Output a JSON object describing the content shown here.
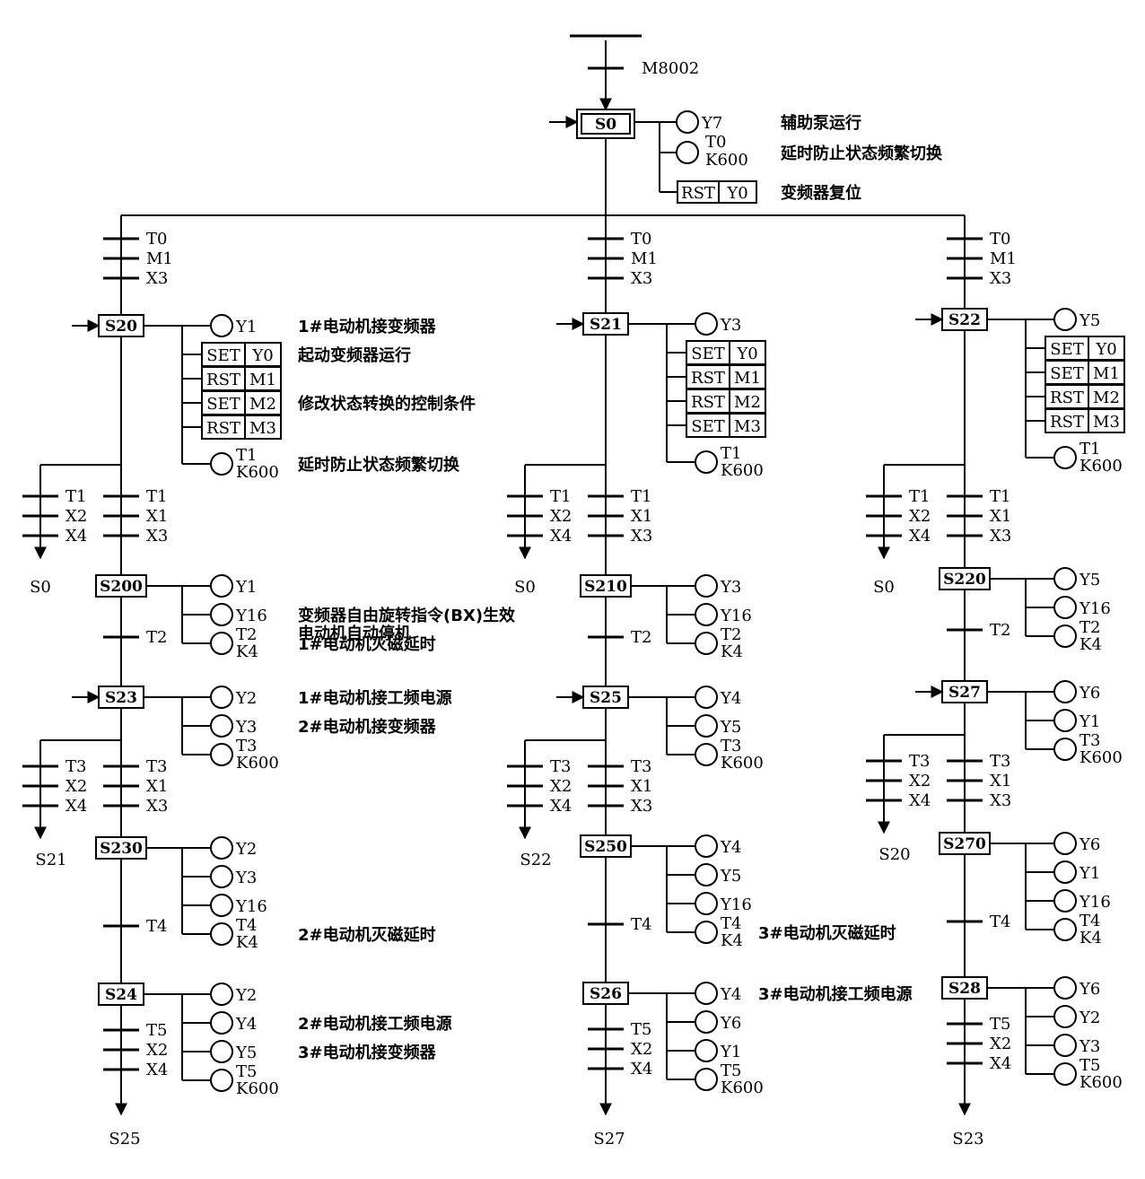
{
  "init": {
    "label": "M8002"
  },
  "s0": {
    "name": "S0",
    "outputs": [
      {
        "type": "coil",
        "lines": [
          "Y7"
        ],
        "note": "辅助泵运行"
      },
      {
        "type": "coil",
        "lines": [
          "T0",
          "K600"
        ],
        "note": "延时防止状态频繁切换"
      },
      {
        "type": "cmd",
        "op": "RST",
        "dev": "Y0",
        "note": "变频器复位"
      }
    ]
  },
  "branches": [
    {
      "entry": [
        "T0",
        "M1",
        "X3"
      ],
      "steps": [
        {
          "name": "S20",
          "outputs": [
            {
              "type": "coil",
              "lines": [
                "Y1"
              ],
              "note": "1#电动机接变频器"
            },
            {
              "type": "cmd",
              "op": "SET",
              "dev": "Y0",
              "note": "起动变频器运行"
            },
            {
              "type": "cmd",
              "op": "RST",
              "dev": "M1",
              "note": ""
            },
            {
              "type": "cmd",
              "op": "SET",
              "dev": "M2",
              "note": "修改状态转换的控制条件"
            },
            {
              "type": "cmd",
              "op": "RST",
              "dev": "M3",
              "note": ""
            },
            {
              "type": "coil",
              "lines": [
                "T1",
                "K600"
              ],
              "note": "延时防止状态频繁切换"
            }
          ]
        },
        {
          "name": "S200",
          "outputs": [
            {
              "type": "coil",
              "lines": [
                "Y1"
              ],
              "note": ""
            },
            {
              "type": "coil",
              "lines": [
                "Y16"
              ],
              "note": "变频器自由旋转指令(BX)生效\n电动机自动停机"
            },
            {
              "type": "coil",
              "lines": [
                "T2",
                "K4"
              ],
              "note": "1#电动机灭磁延时"
            }
          ]
        },
        {
          "name": "S23",
          "outputs": [
            {
              "type": "coil",
              "lines": [
                "Y2"
              ],
              "note": "1#电动机接工频电源"
            },
            {
              "type": "coil",
              "lines": [
                "Y3"
              ],
              "note": "2#电动机接变频器"
            },
            {
              "type": "coil",
              "lines": [
                "T3",
                "K600"
              ],
              "note": ""
            }
          ]
        },
        {
          "name": "S230",
          "outputs": [
            {
              "type": "coil",
              "lines": [
                "Y2"
              ],
              "note": ""
            },
            {
              "type": "coil",
              "lines": [
                "Y3"
              ],
              "note": ""
            },
            {
              "type": "coil",
              "lines": [
                "Y16"
              ],
              "note": ""
            },
            {
              "type": "coil",
              "lines": [
                "T4",
                "K4"
              ],
              "note": "2#电动机灭磁延时"
            }
          ]
        },
        {
          "name": "S24",
          "outputs": [
            {
              "type": "coil",
              "lines": [
                "Y2"
              ],
              "note": ""
            },
            {
              "type": "coil",
              "lines": [
                "Y4"
              ],
              "note": "2#电动机接工频电源"
            },
            {
              "type": "coil",
              "lines": [
                "Y5"
              ],
              "note": "3#电动机接变频器"
            },
            {
              "type": "coil",
              "lines": [
                "T5",
                "K600"
              ],
              "note": ""
            }
          ]
        }
      ],
      "trans_after_step1": {
        "main": [
          "T1",
          "X1",
          "X3"
        ],
        "side": [
          "T1",
          "X2",
          "X4"
        ],
        "side_target": "S0"
      },
      "trans_after_step2": {
        "main": [
          "T2"
        ]
      },
      "trans_after_step3": {
        "main": [
          "T3",
          "X1",
          "X3"
        ],
        "side": [
          "T3",
          "X2",
          "X4"
        ],
        "side_target": "S21"
      },
      "trans_after_step4": {
        "main": [
          "T4"
        ]
      },
      "trans_after_step5": {
        "main": [
          "T5",
          "X2",
          "X4"
        ],
        "target": "S25"
      }
    },
    {
      "entry": [
        "T0",
        "M1",
        "X3"
      ],
      "steps": [
        {
          "name": "S21",
          "outputs": [
            {
              "type": "coil",
              "lines": [
                "Y3"
              ],
              "note": ""
            },
            {
              "type": "cmd",
              "op": "SET",
              "dev": "Y0",
              "note": ""
            },
            {
              "type": "cmd",
              "op": "RST",
              "dev": "M1",
              "note": ""
            },
            {
              "type": "cmd",
              "op": "RST",
              "dev": "M2",
              "note": ""
            },
            {
              "type": "cmd",
              "op": "SET",
              "dev": "M3",
              "note": ""
            },
            {
              "type": "coil",
              "lines": [
                "T1",
                "K600"
              ],
              "note": ""
            }
          ]
        },
        {
          "name": "S210",
          "outputs": [
            {
              "type": "coil",
              "lines": [
                "Y3"
              ],
              "note": ""
            },
            {
              "type": "coil",
              "lines": [
                "Y16"
              ],
              "note": ""
            },
            {
              "type": "coil",
              "lines": [
                "T2",
                "K4"
              ],
              "note": ""
            }
          ]
        },
        {
          "name": "S25",
          "outputs": [
            {
              "type": "coil",
              "lines": [
                "Y4"
              ],
              "note": ""
            },
            {
              "type": "coil",
              "lines": [
                "Y5"
              ],
              "note": ""
            },
            {
              "type": "coil",
              "lines": [
                "T3",
                "K600"
              ],
              "note": ""
            }
          ]
        },
        {
          "name": "S250",
          "outputs": [
            {
              "type": "coil",
              "lines": [
                "Y4"
              ],
              "note": ""
            },
            {
              "type": "coil",
              "lines": [
                "Y5"
              ],
              "note": ""
            },
            {
              "type": "coil",
              "lines": [
                "Y16"
              ],
              "note": ""
            },
            {
              "type": "coil",
              "lines": [
                "T4",
                "K4"
              ],
              "note": "3#电动机灭磁延时"
            }
          ]
        },
        {
          "name": "S26",
          "outputs": [
            {
              "type": "coil",
              "lines": [
                "Y4"
              ],
              "note": "3#电动机接工频电源"
            },
            {
              "type": "coil",
              "lines": [
                "Y6"
              ],
              "note": ""
            },
            {
              "type": "coil",
              "lines": [
                "Y1"
              ],
              "note": ""
            },
            {
              "type": "coil",
              "lines": [
                "T5",
                "K600"
              ],
              "note": ""
            }
          ]
        }
      ],
      "trans_after_step1": {
        "main": [
          "T1",
          "X1",
          "X3"
        ],
        "side": [
          "T1",
          "X2",
          "X4"
        ],
        "side_target": "S0"
      },
      "trans_after_step2": {
        "main": [
          "T2"
        ]
      },
      "trans_after_step3": {
        "main": [
          "T3",
          "X1",
          "X3"
        ],
        "side": [
          "T3",
          "X2",
          "X4"
        ],
        "side_target": "S22"
      },
      "trans_after_step4": {
        "main": [
          "T4"
        ]
      },
      "trans_after_step5": {
        "main": [
          "T5",
          "X2",
          "X4"
        ],
        "target": "S27"
      }
    },
    {
      "entry": [
        "T0",
        "M1",
        "X3"
      ],
      "steps": [
        {
          "name": "S22",
          "outputs": [
            {
              "type": "coil",
              "lines": [
                "Y5"
              ],
              "note": ""
            },
            {
              "type": "cmd",
              "op": "SET",
              "dev": "Y0",
              "note": ""
            },
            {
              "type": "cmd",
              "op": "SET",
              "dev": "M1",
              "note": ""
            },
            {
              "type": "cmd",
              "op": "RST",
              "dev": "M2",
              "note": ""
            },
            {
              "type": "cmd",
              "op": "RST",
              "dev": "M3",
              "note": ""
            },
            {
              "type": "coil",
              "lines": [
                "T1",
                "K600"
              ],
              "note": ""
            }
          ]
        },
        {
          "name": "S220",
          "outputs": [
            {
              "type": "coil",
              "lines": [
                "Y5"
              ],
              "note": ""
            },
            {
              "type": "coil",
              "lines": [
                "Y16"
              ],
              "note": ""
            },
            {
              "type": "coil",
              "lines": [
                "T2",
                "K4"
              ],
              "note": ""
            }
          ]
        },
        {
          "name": "S27",
          "outputs": [
            {
              "type": "coil",
              "lines": [
                "Y6"
              ],
              "note": ""
            },
            {
              "type": "coil",
              "lines": [
                "Y1"
              ],
              "note": ""
            },
            {
              "type": "coil",
              "lines": [
                "T3",
                "K600"
              ],
              "note": ""
            }
          ]
        },
        {
          "name": "S270",
          "outputs": [
            {
              "type": "coil",
              "lines": [
                "Y6"
              ],
              "note": ""
            },
            {
              "type": "coil",
              "lines": [
                "Y1"
              ],
              "note": ""
            },
            {
              "type": "coil",
              "lines": [
                "Y16"
              ],
              "note": ""
            },
            {
              "type": "coil",
              "lines": [
                "T4",
                "K4"
              ],
              "note": ""
            }
          ]
        },
        {
          "name": "S28",
          "outputs": [
            {
              "type": "coil",
              "lines": [
                "Y6"
              ],
              "note": ""
            },
            {
              "type": "coil",
              "lines": [
                "Y2"
              ],
              "note": ""
            },
            {
              "type": "coil",
              "lines": [
                "Y3"
              ],
              "note": ""
            },
            {
              "type": "coil",
              "lines": [
                "T5",
                "K600"
              ],
              "note": ""
            }
          ]
        }
      ],
      "trans_after_step1": {
        "main": [
          "T1",
          "X1",
          "X3"
        ],
        "side": [
          "T1",
          "X2",
          "X4"
        ],
        "side_target": "S0"
      },
      "trans_after_step2": {
        "main": [
          "T2"
        ]
      },
      "trans_after_step3": {
        "main": [
          "T3",
          "X1",
          "X3"
        ],
        "side": [
          "T3",
          "X2",
          "X4"
        ],
        "side_target": "S20"
      },
      "trans_after_step4": {
        "main": [
          "T4"
        ]
      },
      "trans_after_step5": {
        "main": [
          "T5",
          "X2",
          "X4"
        ],
        "target": "S23"
      }
    }
  ]
}
